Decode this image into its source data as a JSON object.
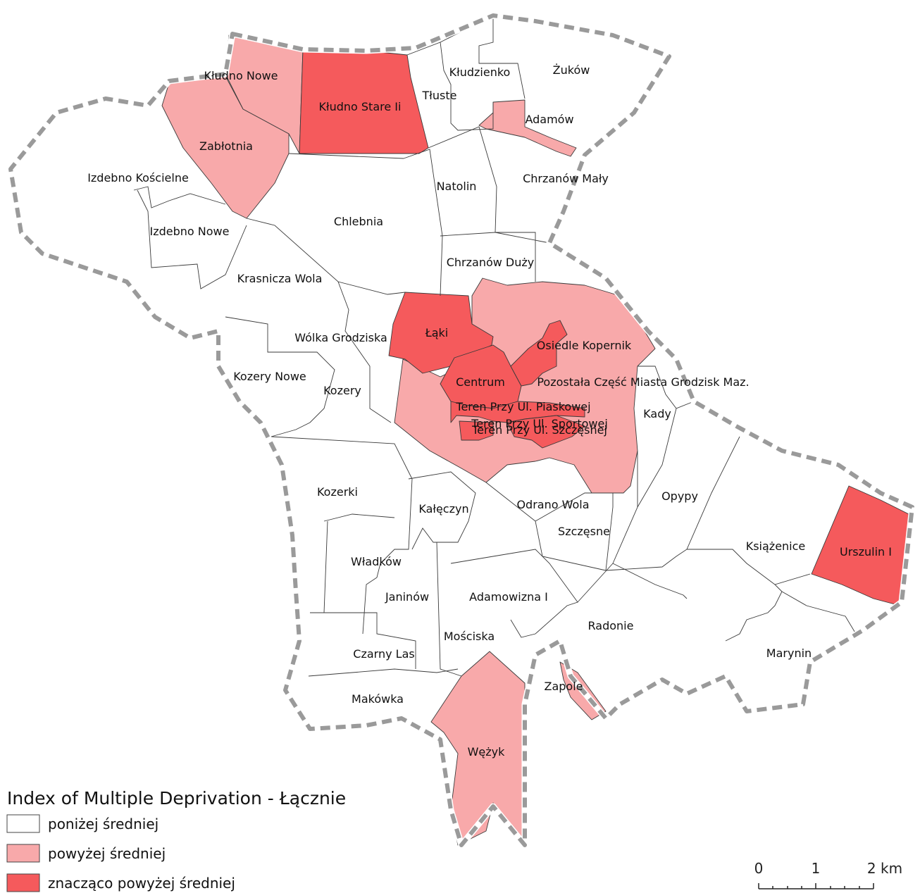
{
  "legend": {
    "title": "Index of Multiple Deprivation - Łącznie",
    "classes": [
      {
        "label": "poniżej średniej",
        "color": "#ffffff"
      },
      {
        "label": "powyżej średniej",
        "color": "#f8a9aa"
      },
      {
        "label": "znacząco powyżej średniej",
        "color": "#f55a5c"
      }
    ]
  },
  "scale_bar": {
    "ticks": [
      "0",
      "1",
      "2 km"
    ]
  },
  "regions": [
    {
      "name": "Kłudno Nowe",
      "class": 1
    },
    {
      "name": "Kłudno Stare Ii",
      "class": 2
    },
    {
      "name": "Kłudzienko",
      "class": 0
    },
    {
      "name": "Żuków",
      "class": 0
    },
    {
      "name": "Tłuste",
      "class": 0
    },
    {
      "name": "Adamów",
      "class": 1
    },
    {
      "name": "Zabłotnia",
      "class": 1
    },
    {
      "name": "Izdebno Kościelne",
      "class": 0
    },
    {
      "name": "Natolin",
      "class": 0
    },
    {
      "name": "Chrzanów Mały",
      "class": 0
    },
    {
      "name": "Chlebnia",
      "class": 0
    },
    {
      "name": "Izdebno Nowe",
      "class": 0
    },
    {
      "name": "Chrzanów Duży",
      "class": 0
    },
    {
      "name": "Krasnicza Wola",
      "class": 0
    },
    {
      "name": "Łąki",
      "class": 2
    },
    {
      "name": "Wólka Grodziska",
      "class": 0
    },
    {
      "name": "Osiedle Kopernik",
      "class": 2
    },
    {
      "name": "Kozery Nowe",
      "class": 0
    },
    {
      "name": "Centrum",
      "class": 2
    },
    {
      "name": "Pozostała Część Miasta Grodzisk Maz.",
      "class": 1
    },
    {
      "name": "Kozery",
      "class": 0
    },
    {
      "name": "Teren Przy Ul. Piaskowej",
      "class": 2
    },
    {
      "name": "Kady",
      "class": 0
    },
    {
      "name": "Teren Przy Ul. Sportowej",
      "class": 2
    },
    {
      "name": "Teren Przy Ul. Szczęsnej",
      "class": 2
    },
    {
      "name": "Kozerki",
      "class": 0
    },
    {
      "name": "Opypy",
      "class": 0
    },
    {
      "name": "Odrano Wola",
      "class": 0
    },
    {
      "name": "Kałęczyn",
      "class": 0
    },
    {
      "name": "Szczęsne",
      "class": 0
    },
    {
      "name": "Książenice",
      "class": 0
    },
    {
      "name": "Urszulin I",
      "class": 2
    },
    {
      "name": "Władków",
      "class": 0
    },
    {
      "name": "Janinów",
      "class": 0
    },
    {
      "name": "Adamowizna I",
      "class": 0
    },
    {
      "name": "Radonie",
      "class": 0
    },
    {
      "name": "Mościska",
      "class": 0
    },
    {
      "name": "Marynin",
      "class": 0
    },
    {
      "name": "Czarny Las",
      "class": 0
    },
    {
      "name": "Zapole",
      "class": 1
    },
    {
      "name": "Makówka",
      "class": 0
    },
    {
      "name": "Wężyk",
      "class": 1
    }
  ]
}
